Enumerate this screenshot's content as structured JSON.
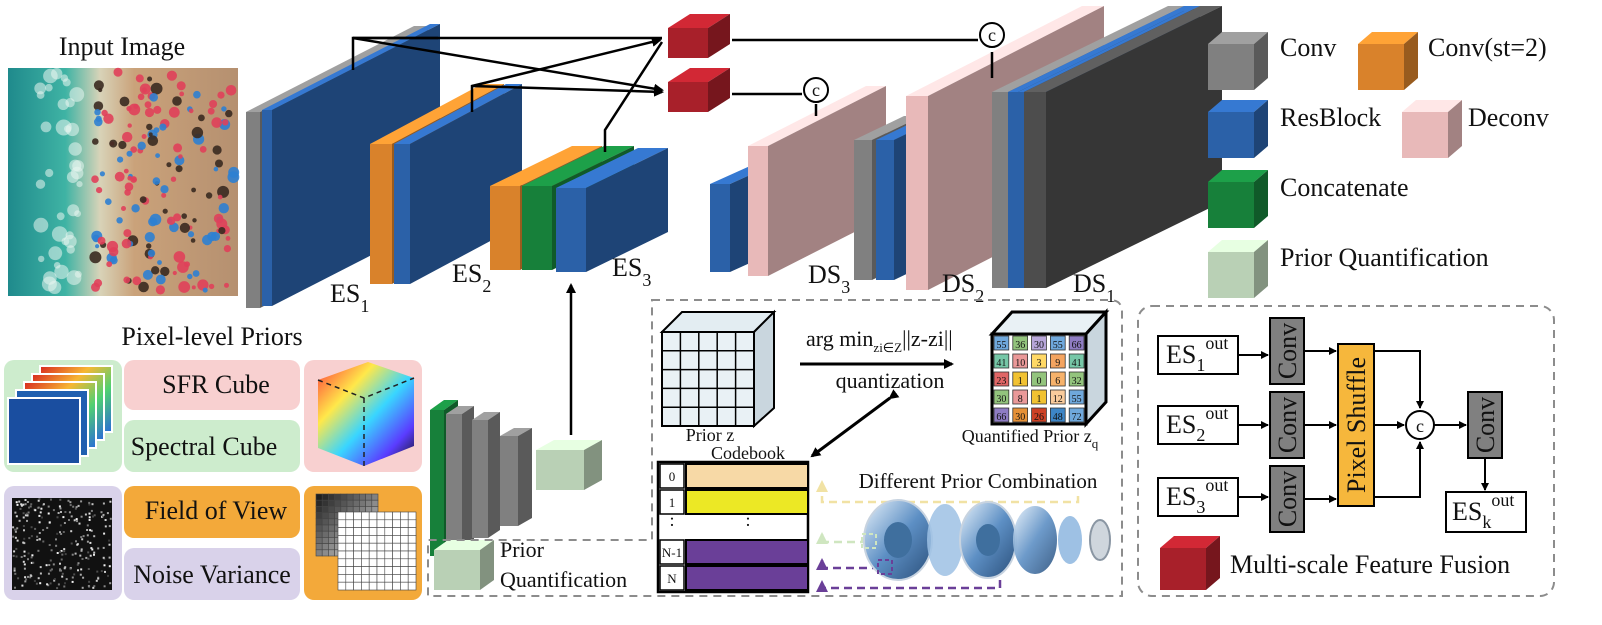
{
  "input": {
    "title": "Input Image"
  },
  "encoder": {
    "es1": {
      "base": "ES",
      "sub": "1"
    },
    "es2": {
      "base": "ES",
      "sub": "2"
    },
    "es3": {
      "base": "ES",
      "sub": "3"
    }
  },
  "decoder": {
    "ds3": {
      "base": "DS",
      "sub": "3"
    },
    "ds2": {
      "base": "DS",
      "sub": "2"
    },
    "ds1": {
      "base": "DS",
      "sub": "1"
    }
  },
  "concat_symbol": "c",
  "legend": [
    {
      "label": "Conv",
      "color": "#808080"
    },
    {
      "label": "Conv(st=2)",
      "color": "#d9822b"
    },
    {
      "label": "ResBlock",
      "color": "#2b61a8"
    },
    {
      "label": "Deconv",
      "color": "#e8b9b9"
    },
    {
      "label": "Concatenate",
      "color": "#17803a"
    },
    {
      "label": "Prior Quantification",
      "color": "#b9d0b5"
    }
  ],
  "priors": {
    "title": "Pixel-level Priors",
    "sfr": "SFR Cube",
    "spectral": "Spectral Cube",
    "fov": "Field of View",
    "noise": "Noise Variance"
  },
  "quant_legend": {
    "line1": "Prior",
    "line2": "Quantification"
  },
  "codebook": {
    "prior_z": "Prior z",
    "title": "Codebook",
    "argmin": "arg min",
    "argmin_sub": "zi∈Z",
    "argmin_norm": "||z-zi||",
    "quantization": "quantization",
    "quantified": "Quantified Prior z",
    "quantified_sub": "q",
    "rows": [
      "0",
      "1",
      "N-1",
      "N"
    ],
    "row_colors": [
      "#f7d9a6",
      "#ece825",
      "#6a3f98",
      "#6a3f98"
    ],
    "dots": ":",
    "different": "Different Prior Combination",
    "grid": [
      [
        "55",
        "36",
        "30",
        "55",
        "66"
      ],
      [
        "41",
        "10",
        "3",
        "9",
        "41"
      ],
      [
        "23",
        "1",
        "0",
        "6",
        "32"
      ],
      [
        "30",
        "8",
        "1",
        "12",
        "55"
      ],
      [
        "66",
        "30",
        "26",
        "48",
        "72"
      ]
    ],
    "grid_colors": [
      [
        "#6fa8dc",
        "#93c47d",
        "#b7a6d9",
        "#6fa8dc",
        "#8e7cc3"
      ],
      [
        "#76c7a7",
        "#ea9999",
        "#ffd966",
        "#f4a460",
        "#76c7a7"
      ],
      [
        "#e06666",
        "#f1c232",
        "#93c47d",
        "#f6b26b",
        "#93c47d"
      ],
      [
        "#93c47d",
        "#ea9999",
        "#f1c232",
        "#f9cb9c",
        "#6fa8dc"
      ],
      [
        "#8e7cc3",
        "#e69138",
        "#cc4125",
        "#3d85c6",
        "#6fa8dc"
      ]
    ]
  },
  "fusion": {
    "in1": {
      "base": "ES",
      "sub": "1",
      "sup": "out"
    },
    "in2": {
      "base": "ES",
      "sub": "2",
      "sup": "out"
    },
    "in3": {
      "base": "ES",
      "sub": "3",
      "sup": "out"
    },
    "conv": "Conv",
    "pixel_shuffle": "Pixel Shuffle",
    "out": {
      "base": "ES",
      "sub": "k",
      "sup": "out"
    },
    "caption": "Multi-scale Feature Fusion",
    "caption_color": "#a8202a"
  }
}
